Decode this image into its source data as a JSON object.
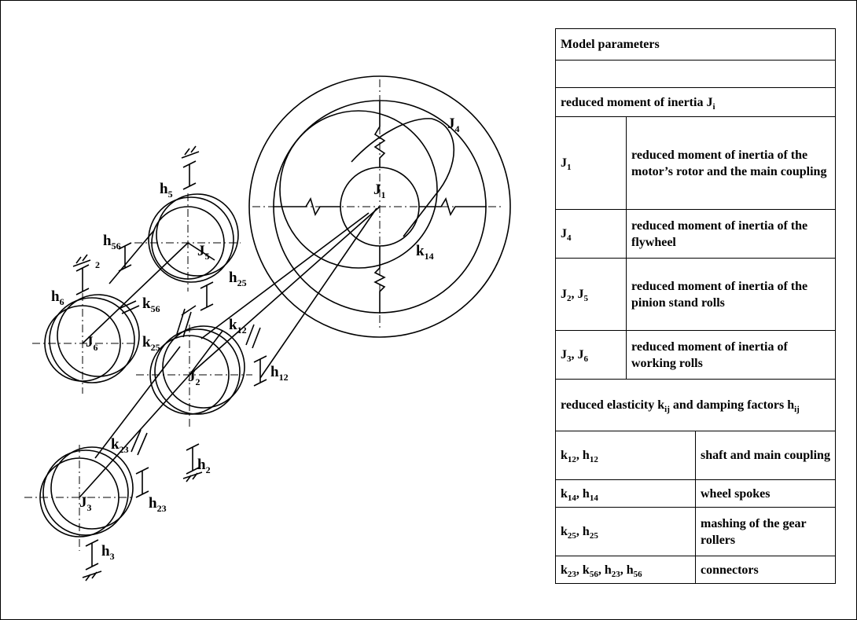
{
  "diagram": {
    "labels": {
      "J1": "J",
      "J1_sub": "1",
      "J2": "J",
      "J2_sub": "2",
      "J3": "J",
      "J3_sub": "3",
      "J4": "J",
      "J4_sub": "4",
      "J5": "J",
      "J5_sub": "5",
      "J6": "J",
      "J6_sub": "6",
      "h2": "h",
      "h2_sub": "2",
      "h3": "h",
      "h3_sub": "3",
      "h5": "h",
      "h5_sub": "5",
      "h6": "h",
      "h6_sub": "6",
      "h12": "h",
      "h12_sub": "12",
      "h23": "h",
      "h23_sub": "23",
      "h25": "h",
      "h25_sub": "25",
      "h56": "h",
      "h56_sub": "56",
      "k12": "k",
      "k12_sub": "12",
      "k14": "k",
      "k14_sub": "14",
      "k23": "k",
      "k23_sub": "23",
      "k25": "k",
      "k25_sub": "25",
      "k56": "k",
      "k56_sub": "56",
      "stray": "2"
    }
  },
  "table": {
    "title": "Model parameters",
    "blank": "",
    "inertia_header": {
      "text": "reduced moment of inertia J",
      "sub": "i"
    },
    "inertia_rows": [
      {
        "sym": "J",
        "sub": "1",
        "rest": "",
        "desc": "reduced moment of inertia of the motor’s rotor and the main coupling"
      },
      {
        "sym": "J",
        "sub": "4",
        "rest": "",
        "desc": "reduced moment of inertia of the flywheel"
      },
      {
        "sym": "J",
        "sub": "2",
        "rest": ", J",
        "sub2": "5",
        "desc": "reduced moment of inertia of the pinion stand rolls"
      },
      {
        "sym": "J",
        "sub": "3",
        "rest": ", J",
        "sub2": "6",
        "desc": "reduced moment of inertia of working rolls"
      }
    ],
    "elastic_header": {
      "t1": "reduced elasticity k",
      "s1": "ij",
      "t2": " and damping factors h",
      "s2": "ij"
    },
    "elastic_rows": [
      {
        "syms": [
          [
            "k",
            "12",
            ", "
          ],
          [
            "h",
            "12",
            ""
          ]
        ],
        "desc": "shaft and main coupling"
      },
      {
        "syms": [
          [
            "k",
            "14",
            ", "
          ],
          [
            "h",
            "14",
            ""
          ]
        ],
        "desc": "wheel spokes"
      },
      {
        "syms": [
          [
            "k",
            "25",
            ", "
          ],
          [
            "h",
            "25",
            ""
          ]
        ],
        "desc": "mashing of the gear rollers"
      },
      {
        "syms": [
          [
            "k",
            "23",
            ", "
          ],
          [
            "k",
            "56",
            ", "
          ],
          [
            "h",
            "23",
            ", "
          ],
          [
            "h",
            "56",
            ""
          ]
        ],
        "desc": "connectors"
      }
    ]
  }
}
